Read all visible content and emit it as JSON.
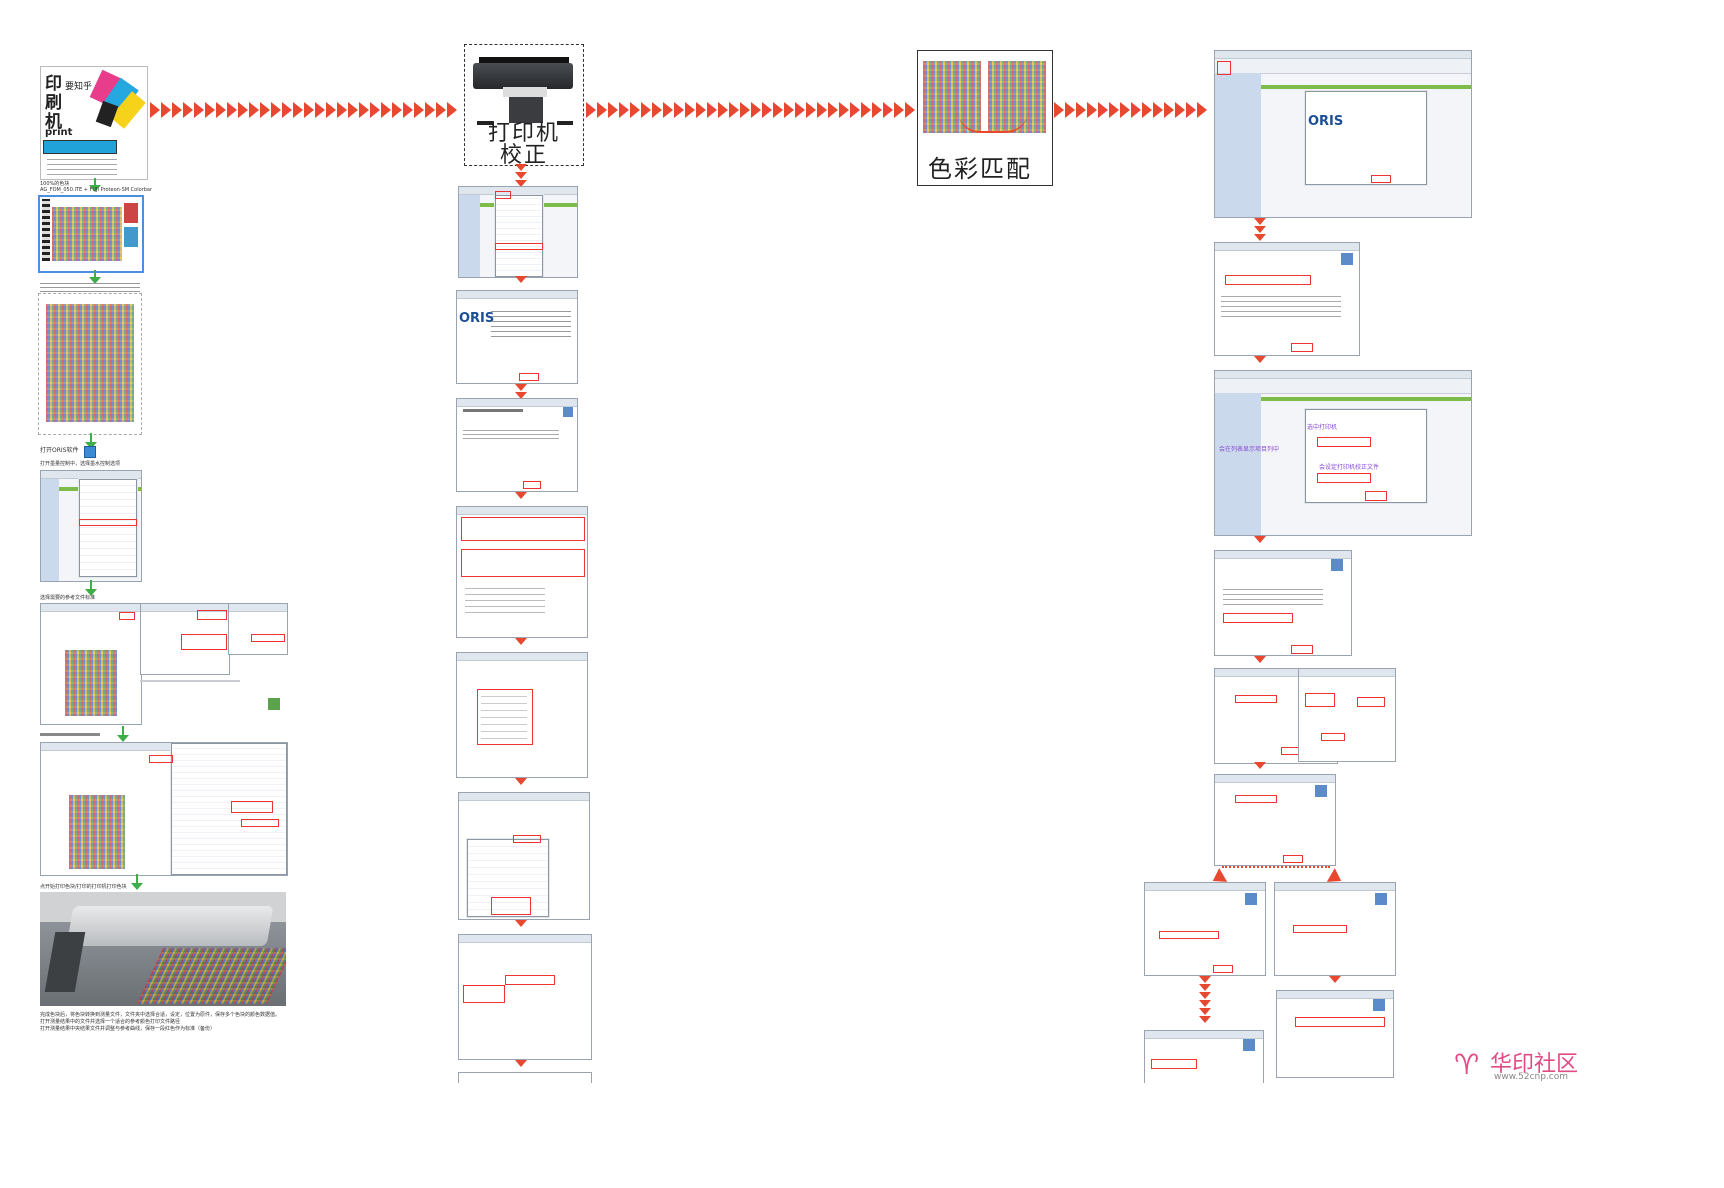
{
  "stage_labels": {
    "printer_calibration": "打印机\n校正",
    "color_matching": "色彩匹配"
  },
  "logo_card": {
    "title_chars": [
      "印",
      "刷",
      "机"
    ],
    "subtitle": "要知乎",
    "english": "print"
  },
  "chart_file_caption": "100%的色块\nAG_FOM_050.ITE + FUJI Proteon-SM Colorbar",
  "open_oris_caption": "打开ORIS软件",
  "ink_settings_caption": "打开墨量控制中，选择墨水控制选项",
  "select_target_caption": "选择需要的参考文件标准",
  "print_chart_caption": "点开始打印色块/打印的打印机打印色块",
  "measure_caption": "完成色块后，将色块转换到测量文件，文件夹中选择合适，设定，位置为原件，保存多个色块的颜色数据值。\n打开测量结果中的文件并选择一个适合的参考颜色打印文件路径\n打开测量结果中央结果文件并调整与参考曲线，保存一段红色作为标准（备份）",
  "right_annotations": {
    "choose_printer": "选中打印机",
    "show_list": "会在列表显示项目列中",
    "set_calibration": "会设定打印机校正文件"
  },
  "watermark": {
    "brand": "华印社区",
    "url": "www.52cnp.com"
  },
  "colors": {
    "arrow": "#e8482f",
    "green_arrow": "#3fae49",
    "highlight": "#e33333",
    "annotation": "#8a4bd6"
  }
}
